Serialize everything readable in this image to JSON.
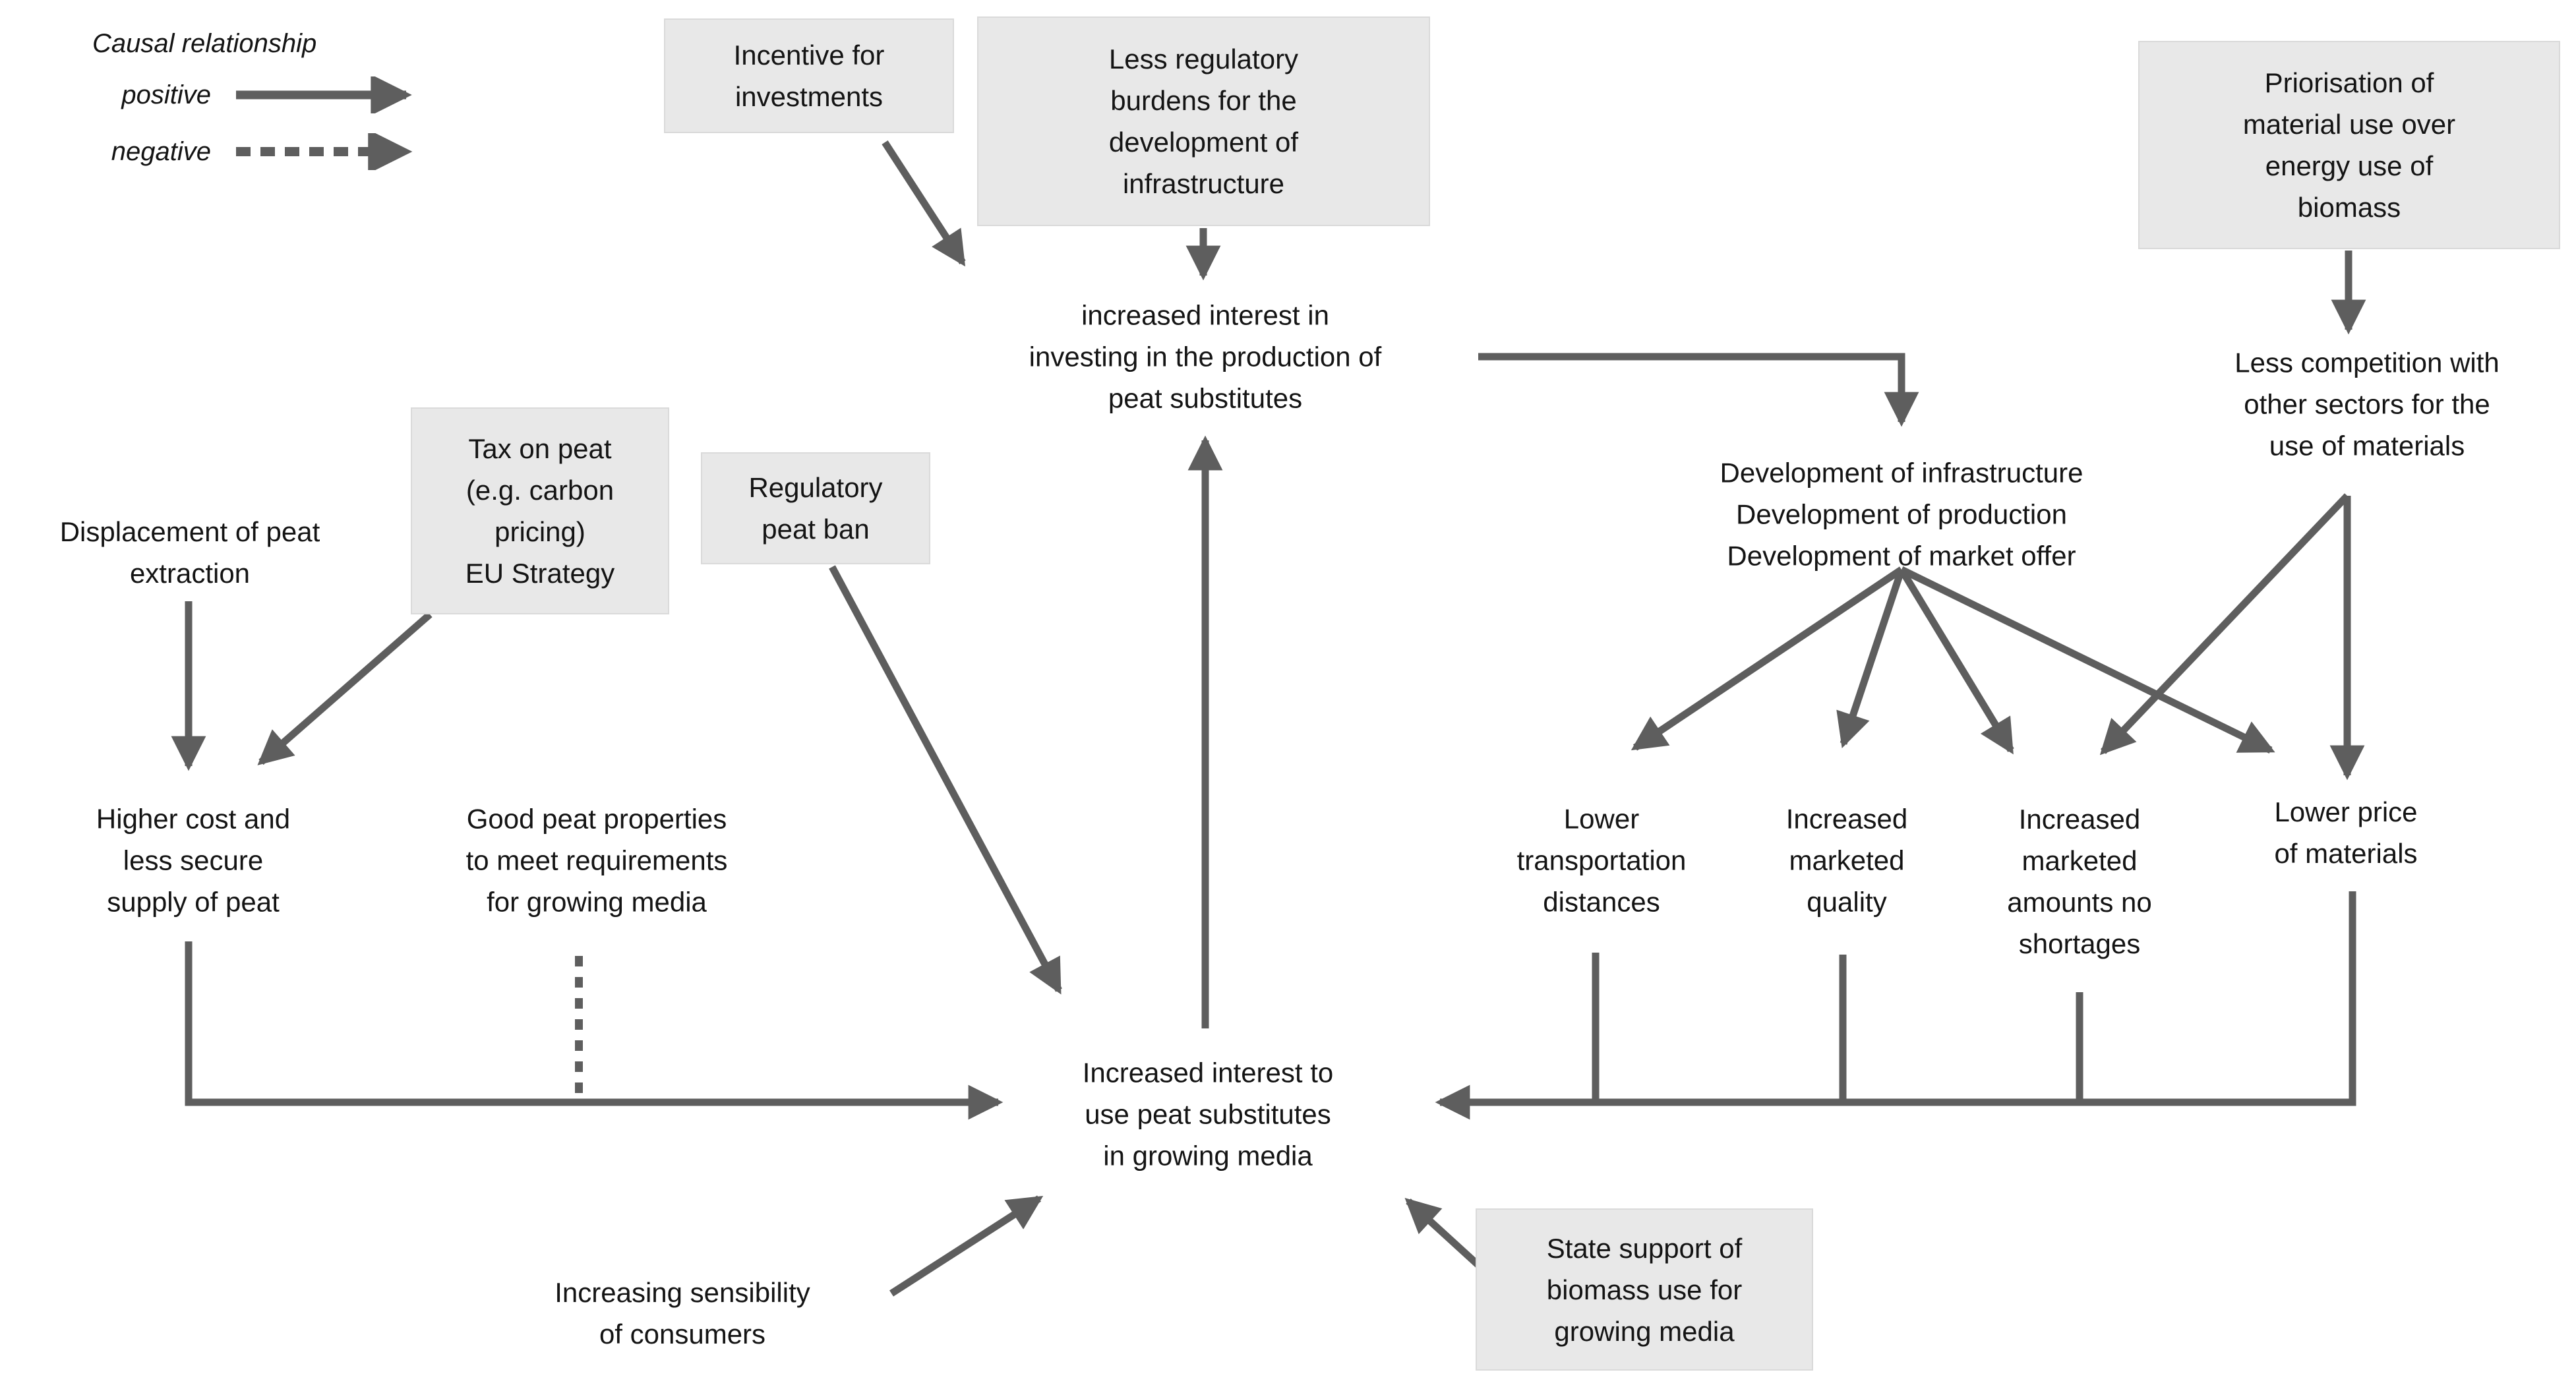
{
  "legend": {
    "title": "Causal relationship",
    "positive_label": "positive",
    "negative_label": "negative"
  },
  "nodes": {
    "incentive": "Incentive for\ninvestments",
    "less_regulatory": "Less regulatory\nburdens for the\ndevelopment of\ninfrastructure",
    "priorisation": "Priorisation of\nmaterial use over\nenergy use of\nbiomass",
    "increased_investing": "increased interest in\ninvesting in the production of\npeat substitutes",
    "less_competition": "Less competition with\nother sectors for the\nuse of materials",
    "development": "Development of infrastructure\nDevelopment of production\nDevelopment of market offer",
    "displacement": "Displacement of peat\nextraction",
    "tax": "Tax on peat\n(e.g. carbon\npricing)\nEU Strategy",
    "regulatory": "Regulatory\npeat ban",
    "higher_cost": "Higher cost and\nless secure\nsupply of peat",
    "good_peat": "Good peat properties\nto meet requirements\nfor growing media",
    "lower_transport": "Lower\ntransportation\ndistances",
    "increased_quality": "Increased\nmarketed\nquality",
    "increased_amounts": "Increased\nmarketed\namounts no\nshortages",
    "lower_price": "Lower price\nof materials",
    "central": "Increased interest to\nuse peat substitutes\nin growing media",
    "sensibility": "Increasing sensibility\nof consumers",
    "state_support": "State support of\nbiomass use for\ngrowing media"
  },
  "colors": {
    "box_fill": "#e8e8e8",
    "box_border": "#dadada",
    "arrow": "#5e5e5e",
    "text": "#141414"
  },
  "edges": [
    {
      "from": "incentive",
      "to": "increased_investing",
      "type": "positive"
    },
    {
      "from": "less_regulatory",
      "to": "increased_investing",
      "type": "positive"
    },
    {
      "from": "increased_investing",
      "to": "development",
      "type": "positive"
    },
    {
      "from": "priorisation",
      "to": "less_competition",
      "type": "positive"
    },
    {
      "from": "displacement",
      "to": "higher_cost",
      "type": "positive"
    },
    {
      "from": "tax",
      "to": "higher_cost",
      "type": "positive"
    },
    {
      "from": "development",
      "to": "lower_transport",
      "type": "positive"
    },
    {
      "from": "development",
      "to": "increased_quality",
      "type": "positive"
    },
    {
      "from": "development",
      "to": "increased_amounts",
      "type": "positive"
    },
    {
      "from": "development",
      "to": "lower_price",
      "type": "positive"
    },
    {
      "from": "less_competition",
      "to": "increased_amounts",
      "type": "positive"
    },
    {
      "from": "less_competition",
      "to": "lower_price",
      "type": "positive"
    },
    {
      "from": "lower_transport",
      "to": "central",
      "type": "positive"
    },
    {
      "from": "increased_quality",
      "to": "central",
      "type": "positive"
    },
    {
      "from": "increased_amounts",
      "to": "central",
      "type": "positive"
    },
    {
      "from": "lower_price",
      "to": "central",
      "type": "positive"
    },
    {
      "from": "higher_cost",
      "to": "central",
      "type": "positive"
    },
    {
      "from": "good_peat",
      "to": "central",
      "type": "negative"
    },
    {
      "from": "regulatory",
      "to": "central",
      "type": "positive"
    },
    {
      "from": "sensibility",
      "to": "central",
      "type": "positive"
    },
    {
      "from": "state_support",
      "to": "central",
      "type": "positive"
    },
    {
      "from": "central",
      "to": "increased_investing",
      "type": "positive"
    }
  ]
}
